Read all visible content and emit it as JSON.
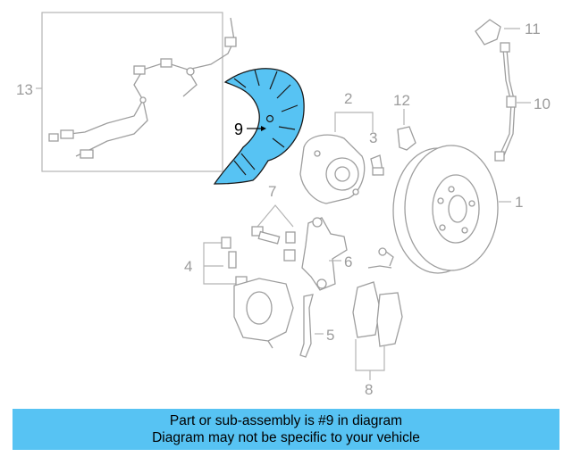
{
  "callouts": {
    "c1": "1",
    "c2": "2",
    "c3": "3",
    "c4": "4",
    "c5": "5",
    "c6": "6",
    "c7": "7",
    "c8": "8",
    "c9": "9",
    "c10": "10",
    "c11": "11",
    "c12": "12",
    "c13": "13"
  },
  "highlight": {
    "part_number": "9",
    "color": "#57c3f3"
  },
  "caption": {
    "line1": "Part or sub-assembly is #9 in diagram",
    "line2": "Diagram may not be specific to your vehicle"
  }
}
